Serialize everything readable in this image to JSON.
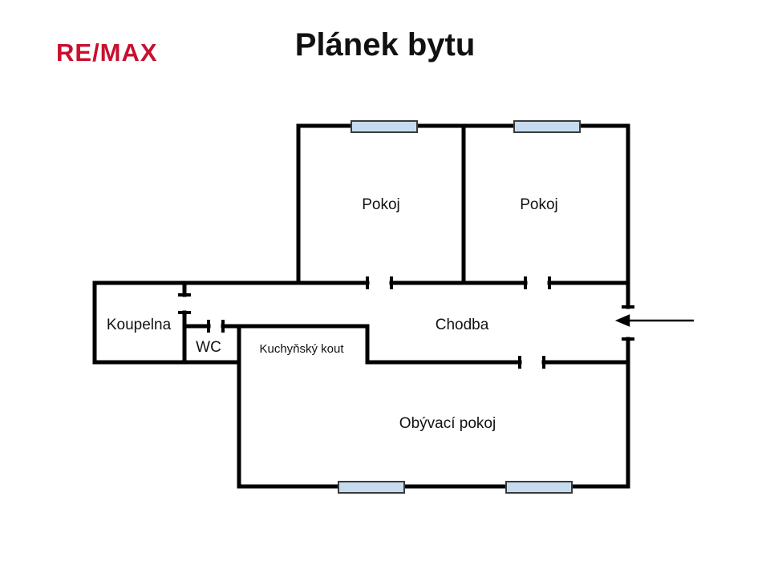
{
  "logo": {
    "text": "RE/MAX",
    "color": "#c8102e"
  },
  "title": "Plánek bytu",
  "rooms": {
    "room1": "Pokoj",
    "room2": "Pokoj",
    "bathroom": "Koupelna",
    "wc": "WC",
    "kitchen": "Kuchyňský kout",
    "hallway": "Chodba",
    "living_room": "Obývací pokoj"
  },
  "colors": {
    "wall": "#000000",
    "window_fill": "#c6dbef",
    "window_stroke": "#3a3a3a",
    "text": "#111111"
  },
  "entrance_arrow": "entrance"
}
